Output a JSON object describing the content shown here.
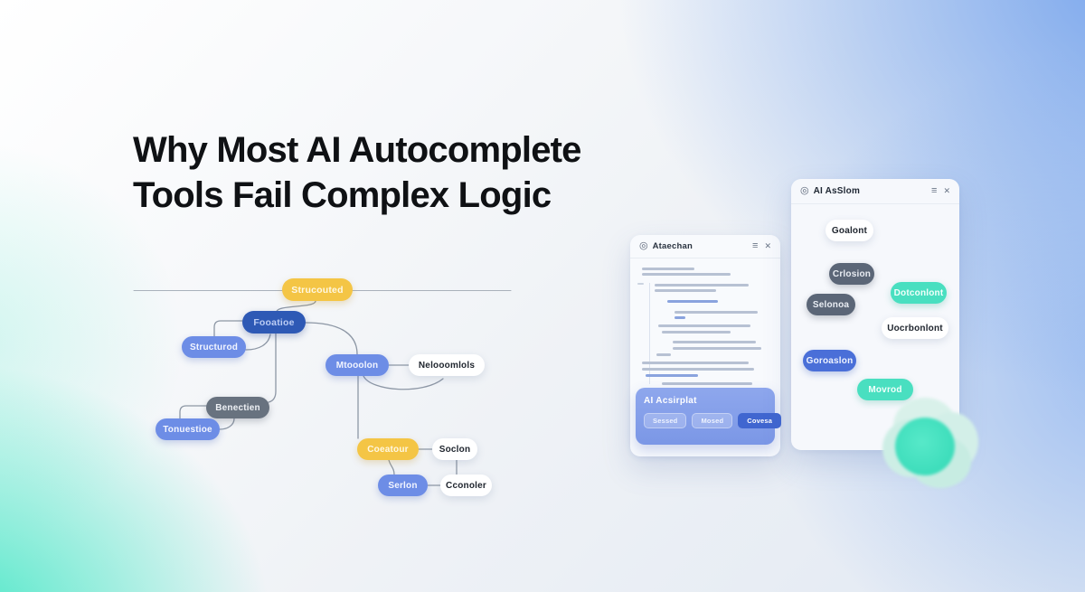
{
  "headline": {
    "line1": "Why Most AI Autocomplete",
    "line2": "Tools Fail Complex Logic"
  },
  "flow": {
    "nodes": [
      {
        "label": "Strucouted",
        "color": "yellow"
      },
      {
        "label": "Fooatioe",
        "color": "dark-blue"
      },
      {
        "label": "Structurod",
        "color": "blue"
      },
      {
        "label": "Mtooolon",
        "color": "blue"
      },
      {
        "label": "Nelooomlols",
        "color": "white"
      },
      {
        "label": "Benectien",
        "color": "gray"
      },
      {
        "label": "Tonuestioe",
        "color": "blue"
      },
      {
        "label": "Coeatour",
        "color": "yellow"
      },
      {
        "label": "Soclon",
        "color": "white"
      },
      {
        "label": "Serlon",
        "color": "blue"
      },
      {
        "label": "Cconoler",
        "color": "white"
      }
    ]
  },
  "doc_panel": {
    "title": "Ataechan",
    "menu_icon": "≡",
    "close_icon": "✕",
    "assistant_title": "AI Acsirplat",
    "buttons": [
      {
        "label": "Sessed"
      },
      {
        "label": "Mosed"
      },
      {
        "label": "Covesa"
      }
    ]
  },
  "ai_panel": {
    "title": "AI AsSlom",
    "icon": "target-circle",
    "menu_icon": "≡",
    "close_icon": "✕",
    "nodes": [
      {
        "label": "Goalont",
        "color": "white"
      },
      {
        "label": "Crlosion",
        "color": "slate"
      },
      {
        "label": "Dotconlont",
        "color": "teal"
      },
      {
        "label": "Selonoa",
        "color": "slate"
      },
      {
        "label": "Uocrbonlont",
        "color": "white"
      },
      {
        "label": "Goroaslon",
        "color": "royal"
      },
      {
        "label": "Movrod",
        "color": "teal"
      }
    ]
  },
  "colors": {
    "accent_yellow": "#f4c545",
    "accent_dark_blue": "#2e59b5",
    "accent_blue": "#6d8de6",
    "accent_slate": "#5b6677",
    "accent_teal": "#49dfc0",
    "accent_royal": "#4a6fd8",
    "assistant_box": "#7b97e6",
    "primary_button": "#4066d0",
    "bg_blue": "#84aeea",
    "bg_teal": "#3ee6c3"
  }
}
